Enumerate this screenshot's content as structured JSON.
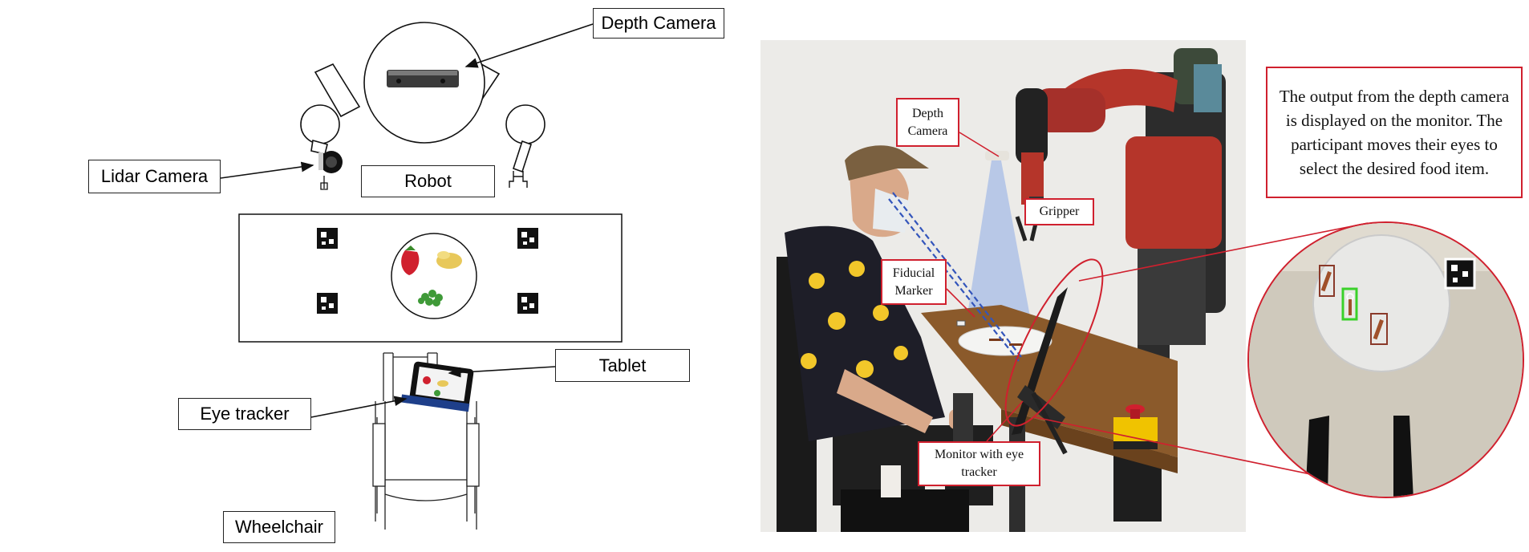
{
  "schematic": {
    "labels": {
      "depth_camera": "Depth Camera",
      "lidar_camera": "Lidar Camera",
      "robot": "Robot",
      "tablet": "Tablet",
      "eye_tracker": "Eye tracker",
      "wheelchair": "Wheelchair"
    }
  },
  "photo": {
    "labels": {
      "depth_camera": "Depth\nCamera",
      "gripper": "Gripper",
      "fiducial_marker": "Fiducial\nMarker",
      "monitor": "Monitor with eye\ntracker"
    },
    "caption": "The output from the depth camera is displayed on the monitor. The participant moves their eyes to select the desired food item."
  },
  "colors": {
    "callout_red": "#d0202e",
    "robot_red": "#b5352a",
    "cone_blue": "#9db6e6",
    "gaze_blue": "#3355bb"
  }
}
